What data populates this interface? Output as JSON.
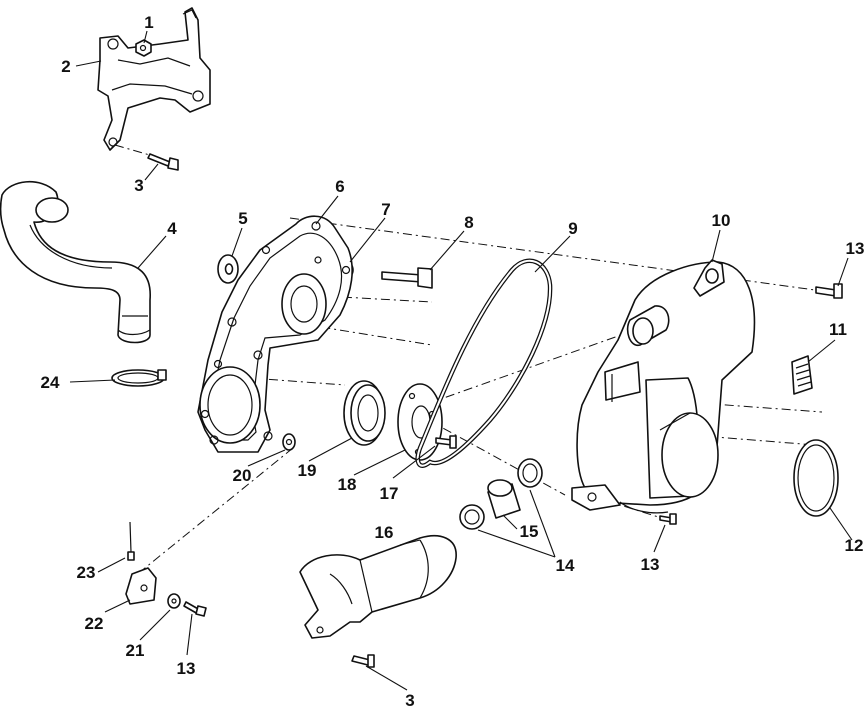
{
  "callouts": {
    "c1": "1",
    "c2": "2",
    "c3a": "3",
    "c3b": "3",
    "c4": "4",
    "c5": "5",
    "c6": "6",
    "c7": "7",
    "c8": "8",
    "c9": "9",
    "c10": "10",
    "c11": "11",
    "c12": "12",
    "c13a": "13",
    "c13b": "13",
    "c13c": "13",
    "c14": "14",
    "c15": "15",
    "c16": "16",
    "c17": "17",
    "c18": "18",
    "c19": "19",
    "c20": "20",
    "c21": "21",
    "c22": "22",
    "c23": "23",
    "c24": "24"
  }
}
